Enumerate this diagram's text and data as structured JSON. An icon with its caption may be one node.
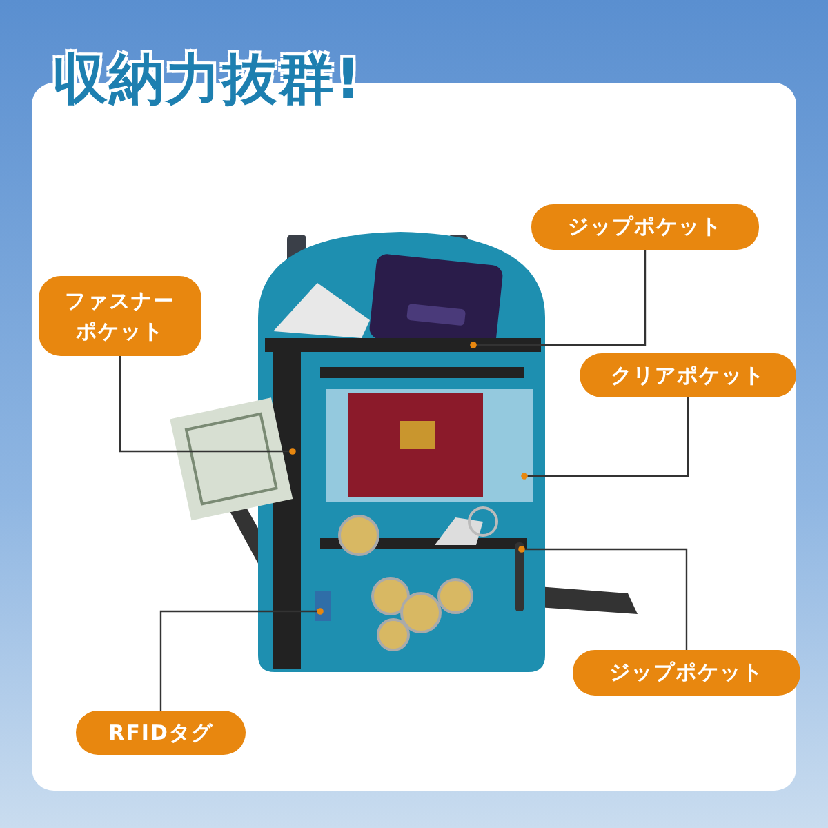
{
  "diagram": {
    "title": "収納力抜群!",
    "nodes": [
      {
        "text": [
          "ジップポケット"
        ]
      },
      {
        "text": [
          "ファスナーポケット"
        ]
      },
      {
        "text": [
          "クリアポケット"
        ]
      },
      {
        "text": [
          "ジップポケット"
        ]
      },
      {
        "text": [
          "RFIDタグ"
        ]
      }
    ],
    "edges": [
      {
        "from": 0,
        "to": null,
        "arrow": "other"
      },
      {
        "from": 1,
        "to": null,
        "arrow": "other"
      },
      {
        "from": 2,
        "to": null,
        "arrow": "other"
      },
      {
        "from": 3,
        "to": null,
        "arrow": "other"
      },
      {
        "from": 4,
        "to": null,
        "arrow": "other"
      }
    ]
  }
}
